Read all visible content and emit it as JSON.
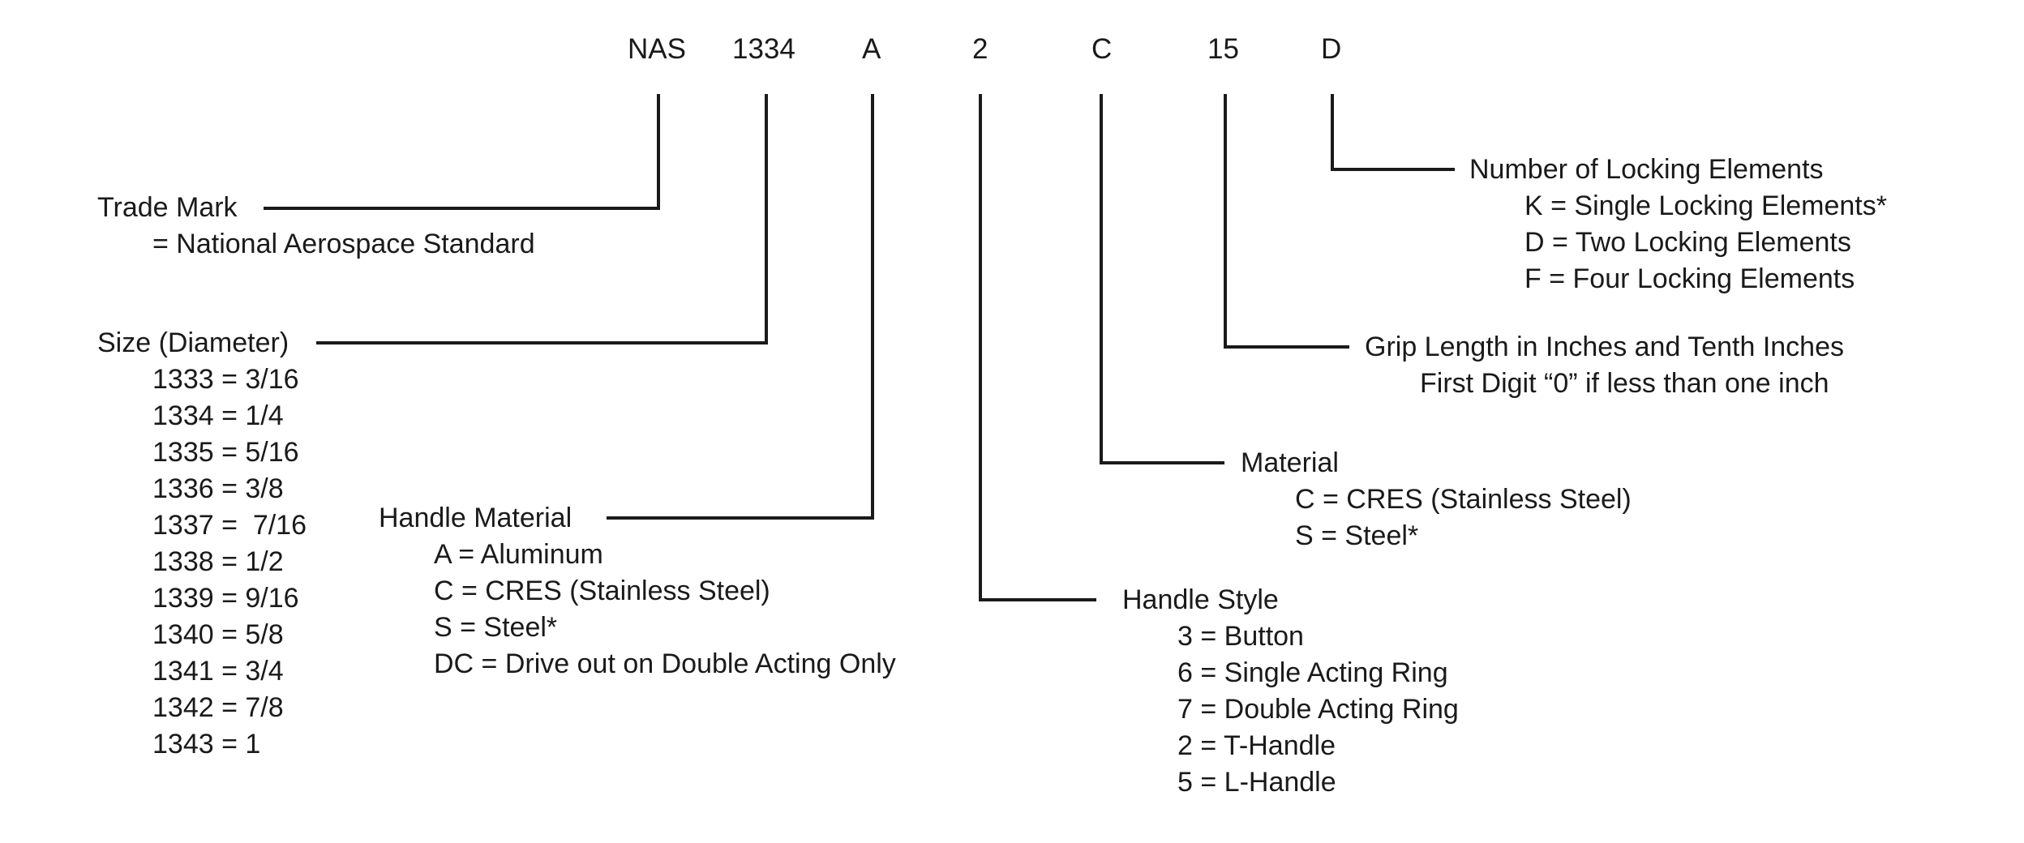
{
  "part_number": {
    "segments": [
      "NAS",
      "1334",
      "A",
      "2",
      "C",
      "15",
      "D"
    ]
  },
  "trade_mark": {
    "title": "Trade Mark",
    "lines": [
      "= National Aerospace Standard"
    ]
  },
  "size": {
    "title": "Size (Diameter)",
    "lines": [
      "1333 = 3/16",
      "1334 = 1/4",
      "1335 = 5/16",
      "1336 = 3/8",
      "1337 =  7/16",
      "1338 = 1/2",
      "1339 = 9/16",
      "1340 = 5/8",
      "1341 = 3/4",
      "1342 = 7/8",
      "1343 = 1"
    ]
  },
  "handle_material": {
    "title": "Handle Material",
    "lines": [
      "A = Aluminum",
      "C = CRES (Stainless Steel)",
      "S = Steel*",
      "DC = Drive out on Double Acting Only"
    ]
  },
  "handle_style": {
    "title": "Handle Style",
    "lines": [
      "3 = Button",
      "6 = Single Acting Ring",
      "7 = Double Acting Ring",
      "2 = T-Handle",
      "5 = L-Handle"
    ]
  },
  "material": {
    "title": "Material",
    "lines": [
      "C = CRES (Stainless Steel)",
      "S = Steel*"
    ]
  },
  "grip_length": {
    "title": "Grip Length in Inches and Tenth Inches",
    "lines": [
      "First Digit “0” if less than one inch"
    ]
  },
  "locking_elements": {
    "title": "Number of Locking Elements",
    "lines": [
      "K = Single Locking Elements*",
      "D = Two Locking Elements",
      "F = Four Locking Elements"
    ]
  },
  "colors": {
    "text": "#1a1a1a",
    "lines": "#1a1a1a",
    "background": "#ffffff"
  }
}
